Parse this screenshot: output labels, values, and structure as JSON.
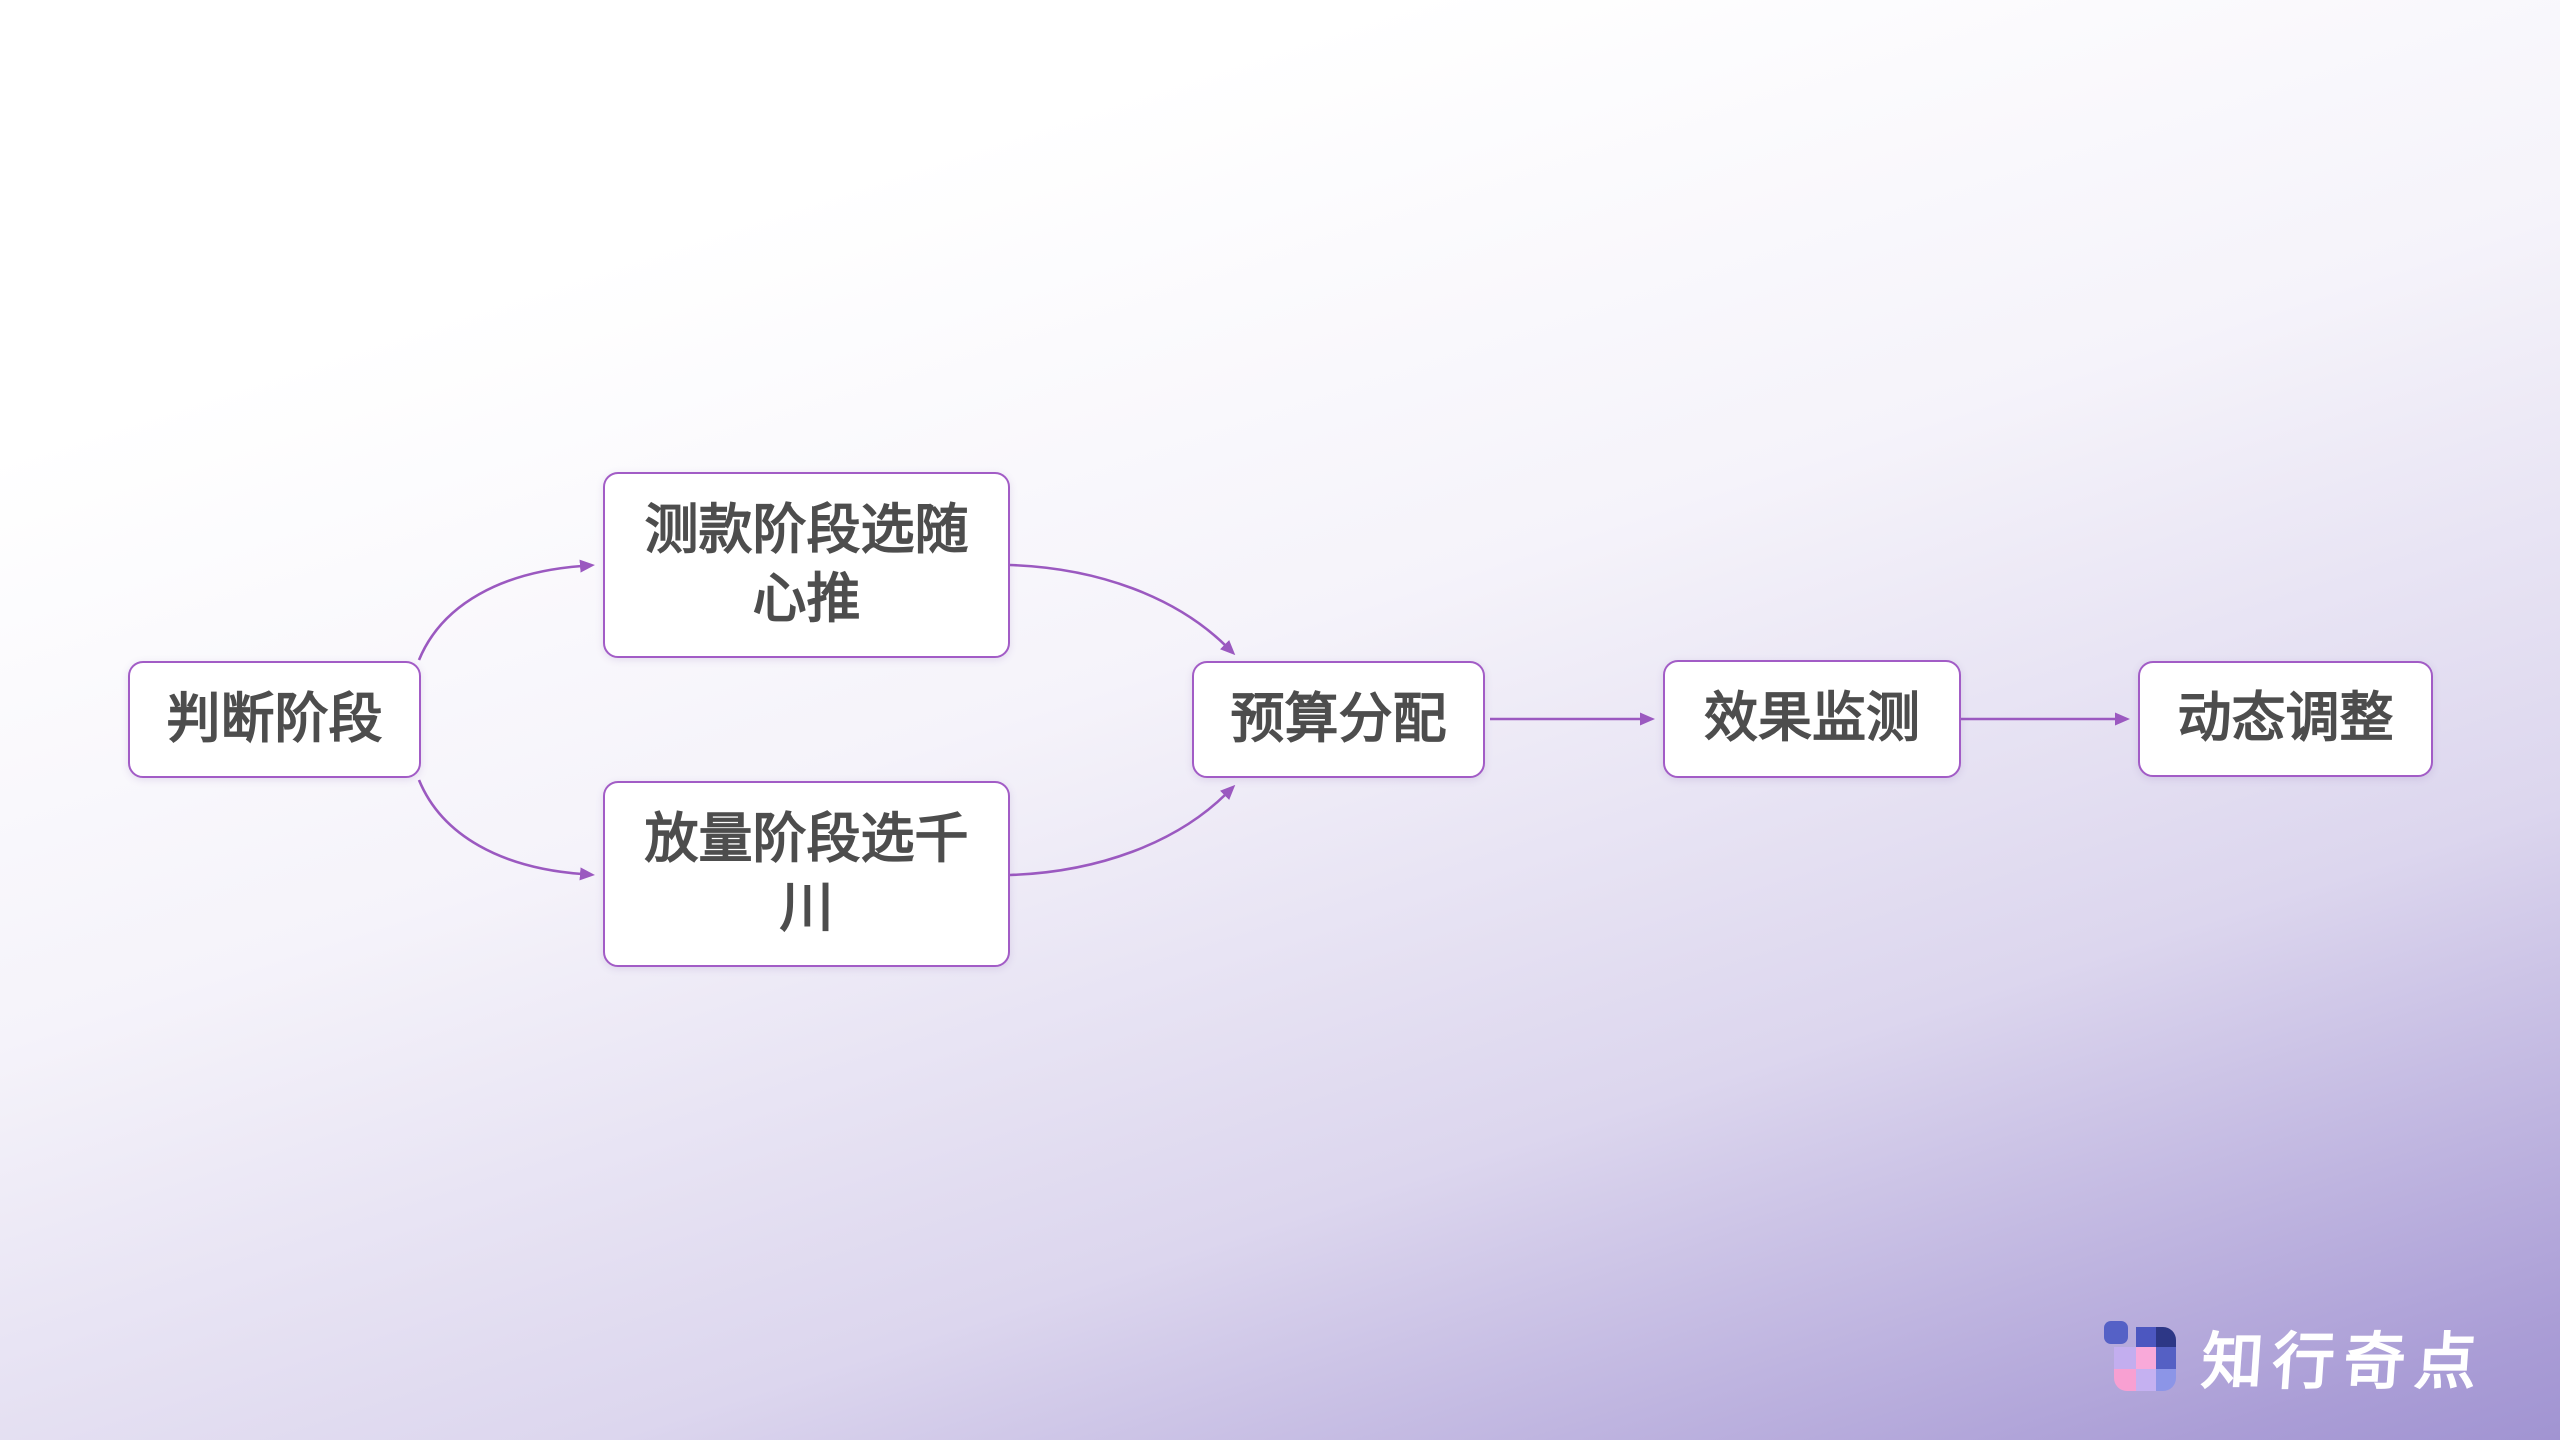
{
  "flowchart": {
    "nodes": [
      {
        "id": "judge",
        "label": "判断阶段"
      },
      {
        "id": "test",
        "label": "测款阶段选随心推"
      },
      {
        "id": "scale",
        "label": "放量阶段选千川"
      },
      {
        "id": "budget",
        "label": "预算分配"
      },
      {
        "id": "monitor",
        "label": "效果监测"
      },
      {
        "id": "adjust",
        "label": "动态调整"
      }
    ],
    "edges": [
      {
        "from": "判断阶段",
        "to": "测款阶段选随心推"
      },
      {
        "from": "判断阶段",
        "to": "放量阶段选千川"
      },
      {
        "from": "测款阶段选随心推",
        "to": "预算分配"
      },
      {
        "from": "放量阶段选千川",
        "to": "预算分配"
      },
      {
        "from": "预算分配",
        "to": "效果监测"
      },
      {
        "from": "效果监测",
        "to": "动态调整"
      }
    ],
    "colors": {
      "node_background": "#ffffff",
      "node_border": "#a25cc6",
      "node_text": "#4d4d4d",
      "arrow": "#9b59c0"
    }
  },
  "background": {
    "gradient_start": "#ffffff",
    "gradient_end": "#a194d2"
  },
  "branding": {
    "logo_text": "知行奇点",
    "logo_text_color": "#ffffff",
    "logo_icon_colors": {
      "detached_square": "#5561c6",
      "top_mid": "#4c57c0",
      "top_right": "#2d3786",
      "mid_left": "#c3aeef",
      "mid_center": "#f9a9d9",
      "mid_right": "#5560c4",
      "bottom_left": "#f8a0d2",
      "bottom_center": "#c5b1f1",
      "bottom_right": "#8c95e7"
    }
  }
}
